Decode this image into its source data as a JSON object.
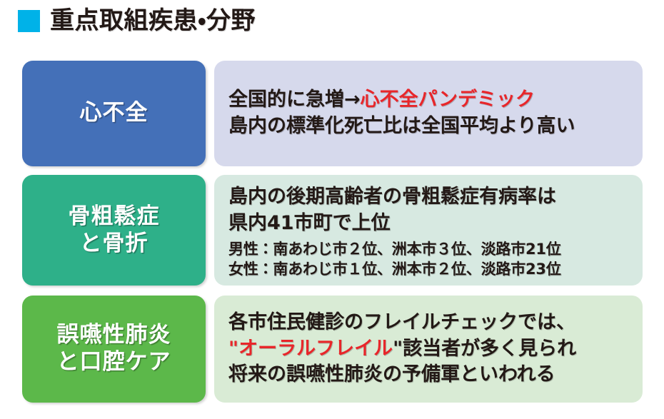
{
  "title": {
    "bullet_icon": "square-bullet-icon",
    "text": "重点取組疾患・分野",
    "bullet_color": "#00b2e8"
  },
  "colors": {
    "text": "#231916",
    "highlight_red": "#e8262a",
    "row1_label_bg": "#4470b8",
    "row1_panel_bg": "#d6d9ec",
    "row2_label_bg": "#2eb089",
    "row2_panel_bg": "#d7e9e1",
    "row3_label_bg": "#5cb84a",
    "row3_panel_bg": "#d9ebd5"
  },
  "rows": [
    {
      "label_line1": "心不全",
      "label_line2": "",
      "line1_pre": "全国的に急増→",
      "line1_highlight": "心不全パンデミック",
      "line2": "島内の標準化死亡比は全国平均より高い"
    },
    {
      "label_line1": "骨粗鬆症",
      "label_line2": "と骨折",
      "line1": "島内の後期高齢者の骨粗鬆症有病率は",
      "line2": "県内41市町で上位",
      "line3": "男性：南あわじ市２位、洲本市３位、淡路市21位",
      "line4": "女性：南あわじ市１位、洲本市２位、淡路市23位"
    },
    {
      "label_line1": "誤嚥性肺炎",
      "label_line2": "と口腔ケア",
      "line1": "各市住民健診のフレイルチェックでは、",
      "line2_quote_open": "\"",
      "line2_highlight": "オーラルフレイル",
      "line2_quote_close": "\"",
      "line2_post": "該当者が多く見られ",
      "line3": "将来の誤嚥性肺炎の予備軍といわれる"
    }
  ]
}
